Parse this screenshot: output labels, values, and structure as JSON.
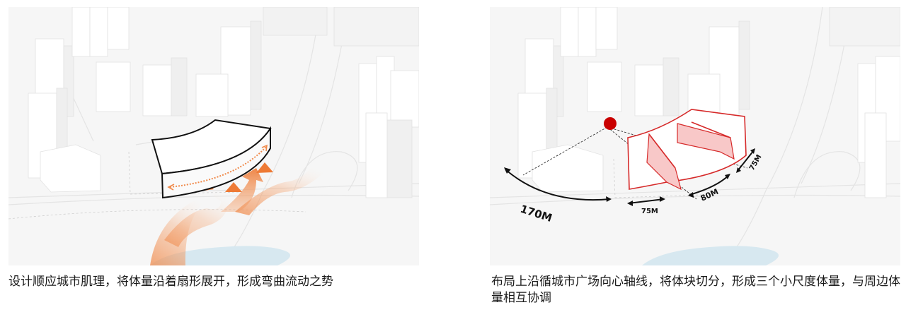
{
  "panels": [
    {
      "id": "left",
      "caption": "设计顺应城市肌理，将体量沿着扇形展开，形成弯曲流动之势",
      "colors": {
        "outline": "#111111",
        "flow_arrow": "#f08a4b",
        "lake": "#d7e8f0",
        "ground": "#f6f6f6",
        "building": "#ffffff"
      }
    },
    {
      "id": "right",
      "caption": "布局上沿循城市广场向心轴线，将体块切分，形成三个小尺度体量，与周边体量相互协调",
      "dimensions": {
        "plaza_arc": "170M",
        "front_edge": "75M",
        "mid_edge": "80M",
        "side_edge": "75M"
      },
      "colors": {
        "outline": "#d62a2a",
        "cut_fill": "#f8c8c8",
        "focal_point": "#c90000",
        "lake": "#d7e8f0",
        "ground": "#f6f6f6",
        "building": "#ffffff"
      }
    }
  ]
}
